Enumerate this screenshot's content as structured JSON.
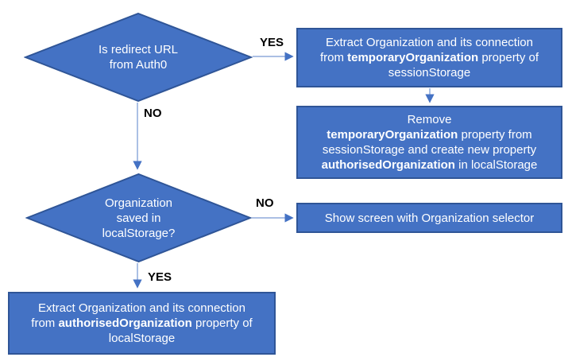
{
  "diagram_title": "Auth0 organization redirect flowchart",
  "colors": {
    "shape_fill": "#4472c4",
    "shape_border": "#2f5597",
    "connector_line": "#8faadc",
    "arrowhead": "#4472c4",
    "shape_text": "#ffffff",
    "edge_label_text": "#000000",
    "background": "#ffffff"
  },
  "nodes": {
    "decision1": {
      "type": "decision",
      "lines": [
        [
          {
            "t": "Is redirect URL"
          }
        ],
        [
          {
            "t": "from Auth0"
          }
        ]
      ]
    },
    "process1": {
      "type": "process",
      "lines": [
        [
          {
            "t": "Extract Organization and its connection"
          }
        ],
        [
          {
            "t": "from "
          },
          {
            "t": "temporaryOrganization",
            "b": true
          },
          {
            "t": " property of"
          }
        ],
        [
          {
            "t": "sessionStorage"
          }
        ]
      ]
    },
    "process2": {
      "type": "process",
      "lines": [
        [
          {
            "t": "Remove"
          }
        ],
        [
          {
            "t": "temporaryOrganization",
            "b": true
          },
          {
            "t": " property from"
          }
        ],
        [
          {
            "t": "sessionStorage and create new property"
          }
        ],
        [
          {
            "t": "authorisedOrganization",
            "b": true
          },
          {
            "t": " in localStorage"
          }
        ]
      ]
    },
    "decision2": {
      "type": "decision",
      "lines": [
        [
          {
            "t": "Organization"
          }
        ],
        [
          {
            "t": "saved in"
          }
        ],
        [
          {
            "t": "localStorage?"
          }
        ]
      ]
    },
    "process3": {
      "type": "process",
      "lines": [
        [
          {
            "t": "Show screen with Organization selector"
          }
        ]
      ]
    },
    "process4": {
      "type": "process",
      "lines": [
        [
          {
            "t": "Extract Organization and its connection"
          }
        ],
        [
          {
            "t": "from "
          },
          {
            "t": "authorisedOrganization",
            "b": true
          },
          {
            "t": " property of"
          }
        ],
        [
          {
            "t": "localStorage"
          }
        ]
      ]
    }
  },
  "edges": [
    {
      "from": "decision1",
      "to": "process1",
      "label": "YES"
    },
    {
      "from": "process1",
      "to": "process2",
      "label": ""
    },
    {
      "from": "decision1",
      "to": "decision2",
      "label": "NO"
    },
    {
      "from": "decision2",
      "to": "process3",
      "label": "NO"
    },
    {
      "from": "decision2",
      "to": "process4",
      "label": "YES"
    }
  ]
}
